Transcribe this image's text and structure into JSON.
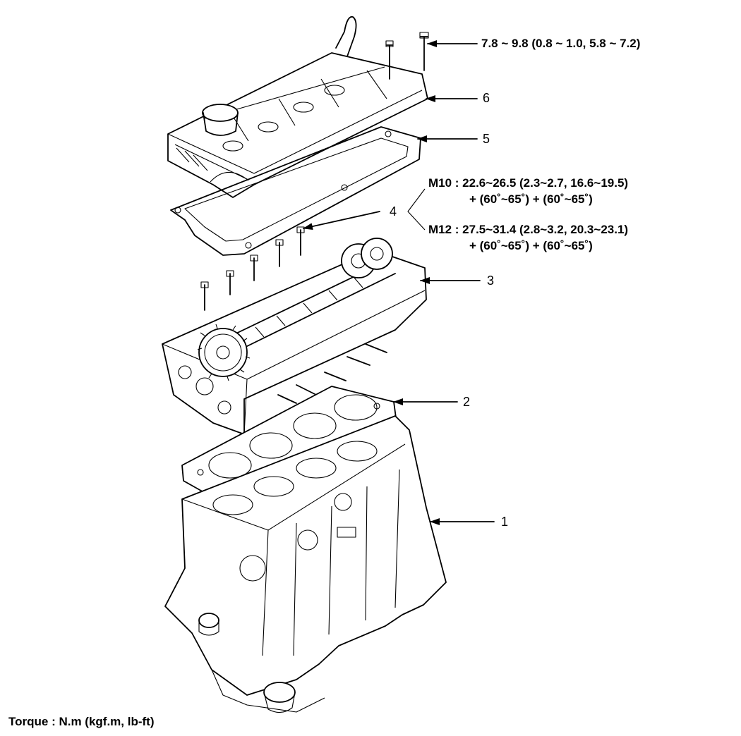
{
  "callouts": {
    "bolt_cover_torque": "7.8 ~ 9.8 (0.8 ~ 1.0, 5.8 ~ 7.2)",
    "m10_line1": "M10 : 22.6~26.5 (2.3~2.7, 16.6~19.5)",
    "m10_line2": "+ (60˚~65˚) + (60˚~65˚)",
    "m12_line1": "M12 : 27.5~31.4 (2.8~3.2, 20.3~23.1)",
    "m12_line2": "+ (60˚~65˚) + (60˚~65˚)"
  },
  "parts": [
    "1",
    "2",
    "3",
    "4",
    "5",
    "6"
  ],
  "footer": {
    "torque_units": "Torque : N.m (kgf.m, lb-ft)"
  }
}
